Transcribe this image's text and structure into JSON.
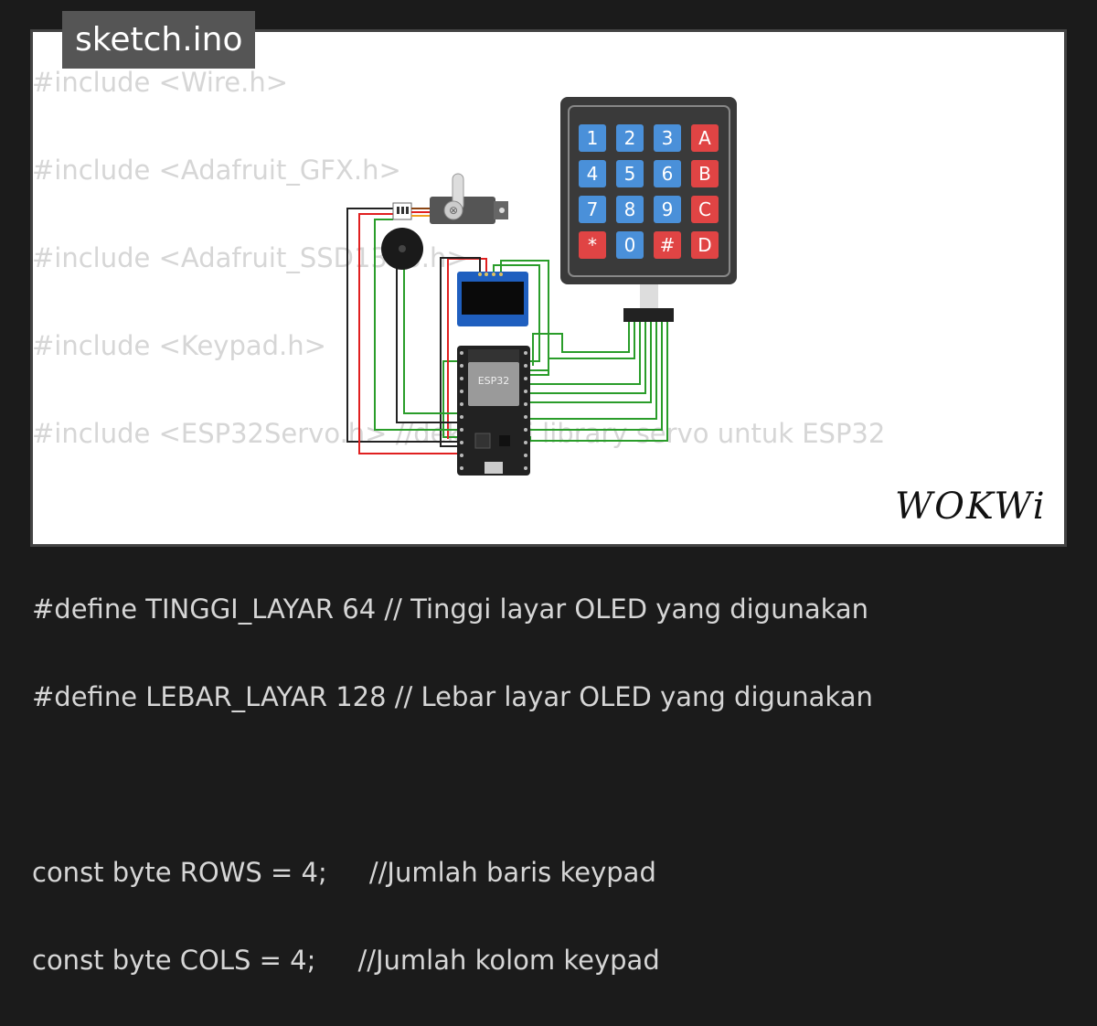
{
  "title": "sketch.ino",
  "code_lines": [
    "#include <Wire.h>",
    "#include <Adafruit_GFX.h>",
    "#include <Adafruit_SSD1306.h>",
    "#include <Keypad.h>",
    "#include <ESP32Servo.h> //deklarasi library servo untuk ESP32",
    "",
    "#define TINGGI_LAYAR 64 // Tinggi layar OLED yang digunakan",
    "#define LEBAR_LAYAR 128 // Lebar layar OLED yang digunakan",
    "",
    "const byte ROWS = 4;     //Jumlah baris keypad",
    "const byte COLS = 4;     //Jumlah kolom keypad"
  ],
  "keypad": {
    "keys": [
      [
        "1",
        "2",
        "3",
        "A"
      ],
      [
        "4",
        "5",
        "6",
        "B"
      ],
      [
        "7",
        "8",
        "9",
        "C"
      ],
      [
        "*",
        "0",
        "#",
        "D"
      ]
    ],
    "key_colors": [
      [
        "blue",
        "blue",
        "blue",
        "red"
      ],
      [
        "blue",
        "blue",
        "blue",
        "red"
      ],
      [
        "blue",
        "blue",
        "blue",
        "red"
      ],
      [
        "red",
        "blue",
        "red",
        "red"
      ]
    ]
  },
  "esp32_label": "ESP32",
  "logo_text": "WOKWi",
  "colors": {
    "background": "#1b1b1b",
    "card": "#ffffff",
    "code_text": "#d6d6d6",
    "title_bg": "#555555",
    "keypad_body": "#3a3a3a",
    "key_blue": "#4a90d9",
    "key_red": "#e04444",
    "wire_green": "#2a9d2a",
    "wire_red": "#e02020",
    "wire_black": "#222222",
    "oled_body": "#1f5fbf",
    "esp_body": "#222222"
  }
}
